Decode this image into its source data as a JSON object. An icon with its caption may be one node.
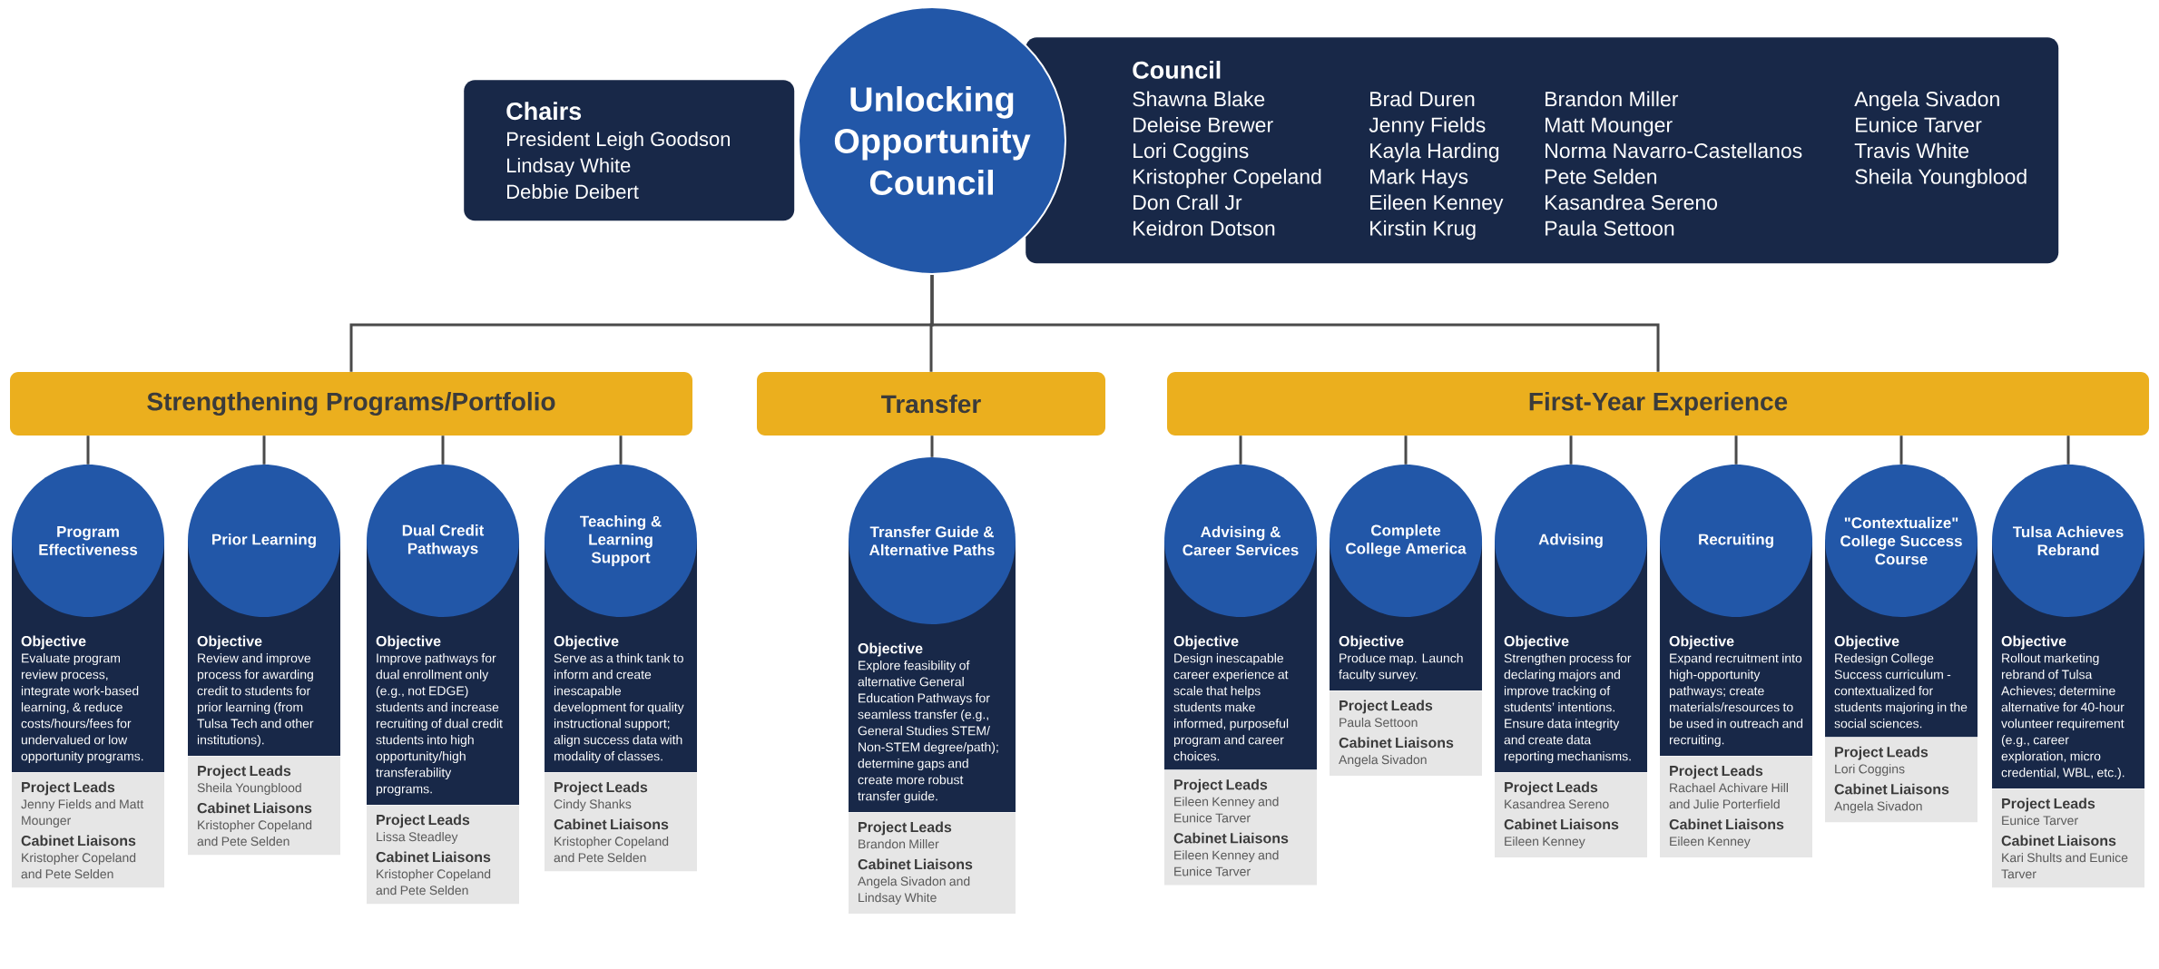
{
  "diagram": {
    "nodes": [
      {
        "text": [
          "Chairs",
          "President Leigh Goodson",
          "Lindsay White",
          "Debbie Deibert"
        ]
      },
      {
        "text": [
          "Unlocking Opportunity Council"
        ]
      },
      {
        "text": [
          "Council",
          "Shawna Blake",
          "Deleise Brewer",
          "Lori Coggins",
          "Kristopher Copeland",
          "Don Crall Jr",
          "Keidron Dotson",
          "Brad Duren",
          "Jenny Fields",
          "Kayla Harding",
          "Mark Hays",
          "Eileen Kenney",
          "Kirstin Krug",
          "Brandon Miller",
          "Matt Mounger",
          "Norma Navarro-Castellanos",
          "Pete Selden",
          "Kasandrea Sereno",
          "Paula Settoon",
          "Angela Sivadon",
          "Eunice Tarver",
          "Travis White",
          "Sheila Youngblood"
        ]
      },
      {
        "text": [
          "Strengthening Programs/Portfolio"
        ]
      },
      {
        "text": [
          "Transfer"
        ]
      },
      {
        "text": [
          "First-Year Experience"
        ]
      },
      {
        "text": [
          "Program Effectiveness",
          "Objective",
          "Evaluate program review process, integrate work-based learning, & reduce costs/hours/fees for undervalued or low opportunity programs.",
          "Project Leads",
          "Jenny Fields and Matt Mounger",
          "Cabinet Liaisons",
          "Kristopher Copeland and Pete Selden"
        ]
      },
      {
        "text": [
          "Prior Learning",
          "Objective",
          "Review and improve process for awarding credit to students for prior learning (from Tulsa Tech and other institutions).",
          "Project Leads",
          "Sheila Youngblood",
          "Cabinet Liaisons",
          "Kristopher Copeland and Pete Selden"
        ]
      },
      {
        "text": [
          "Dual Credit Pathways",
          "Objective",
          "Improve pathways for dual enrollment only (e.g., not EDGE) students and increase recruiting of dual credit students into high opportunity/high transferability programs.",
          "Project Leads",
          "Lissa Steadley",
          "Cabinet Liaisons",
          "Kristopher Copeland and Pete Selden"
        ]
      },
      {
        "text": [
          "Teaching & Learning Support",
          "Objective",
          "Serve as a think tank to inform and create inescapable development for quality instructional support; align success data with modality of classes.",
          "Project Leads",
          "Cindy Shanks",
          "Cabinet Liaisons",
          "Kristopher Copeland and Pete Selden"
        ]
      },
      {
        "text": [
          "Transfer Guide & Alternative Paths",
          "Objective",
          "Explore feasibility of alternative General Education Pathways for seamless transfer (e.g., General Studies STEM/ Non-STEM degree/path); determine gaps and create more robust transfer guide.",
          "Project Leads",
          "Brandon Miller",
          "Cabinet Liaisons",
          "Angela Sivadon and Lindsay White"
        ]
      },
      {
        "text": [
          "Advising & Career Services",
          "Objective",
          "Design inescapable career experience at scale that helps students make informed, purposeful program and career choices.",
          "Project Leads",
          "Eileen Kenney and Eunice Tarver",
          "Cabinet Liaisons",
          "Eileen Kenney and Eunice Tarver"
        ]
      },
      {
        "text": [
          "Complete College America",
          "Objective",
          "Produce map. Launch faculty survey.",
          "Project Leads",
          "Paula Settoon",
          "Cabinet Liaisons",
          "Angela Sivadon"
        ]
      },
      {
        "text": [
          "Advising",
          "Objective",
          "Strengthen process for declaring majors and improve tracking of students’ intentions. Ensure data integrity and create data reporting mechanisms.",
          "Project Leads",
          "Kasandrea Sereno",
          "Cabinet Liaisons",
          "Eileen Kenney"
        ]
      },
      {
        "text": [
          "Recruiting",
          "Objective",
          "Expand recruitment into high-opportunity pathways; create materials/resources to be used in outreach and recruiting.",
          "Project Leads",
          "Rachael Achivare Hill and Julie Porterfield",
          "Cabinet Liaisons",
          "Eileen Kenney"
        ]
      },
      {
        "text": [
          "\"Contextualize\" College Success Course",
          "Objective",
          "Redesign College Success curriculum - contextualized for students majoring in the social sciences.",
          "Project Leads",
          "Lori Coggins",
          "Cabinet Liaisons",
          "Angela Sivadon"
        ]
      },
      {
        "text": [
          "Tulsa Achieves Rebrand",
          "Objective",
          "Rollout marketing rebrand of Tulsa Achieves; determine alternative for 40-hour volunteer requirement (e.g., career exploration, micro credential, WBL, etc.).",
          "Project Leads",
          "Eunice Tarver",
          "Cabinet Liaisons",
          "Kari Shults and Eunice Tarver"
        ]
      }
    ],
    "edges": [
      {
        "from": 1,
        "to": 3,
        "arrow": "none"
      },
      {
        "from": 1,
        "to": 4,
        "arrow": "none"
      },
      {
        "from": 1,
        "to": 5,
        "arrow": "none"
      },
      {
        "from": 3,
        "to": 6,
        "arrow": "none"
      },
      {
        "from": 3,
        "to": 7,
        "arrow": "none"
      },
      {
        "from": 3,
        "to": 8,
        "arrow": "none"
      },
      {
        "from": 3,
        "to": 9,
        "arrow": "none"
      },
      {
        "from": 4,
        "to": 10,
        "arrow": "none"
      },
      {
        "from": 5,
        "to": 11,
        "arrow": "none"
      },
      {
        "from": 5,
        "to": 12,
        "arrow": "none"
      },
      {
        "from": 5,
        "to": 13,
        "arrow": "none"
      },
      {
        "from": 5,
        "to": 14,
        "arrow": "none"
      },
      {
        "from": 5,
        "to": 15,
        "arrow": "none"
      },
      {
        "from": 5,
        "to": 16,
        "arrow": "none"
      }
    ]
  }
}
